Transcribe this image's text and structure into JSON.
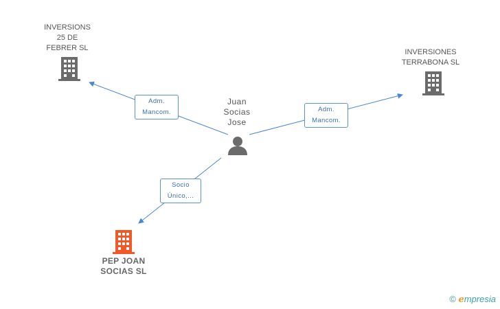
{
  "nodes": {
    "inversions_25": {
      "label": "INVERSIONS\n25 DE\nFEBRER SL",
      "color": "#666666"
    },
    "inversiones_terrabona": {
      "label": "INVERSIONES\nTERRABONA SL",
      "color": "#666666"
    },
    "juan_socias": {
      "label": "Juan\nSocias\nJose",
      "color": "#666666"
    },
    "pep_joan": {
      "label": "PEP JOAN\nSOCIAS  SL",
      "color": "#f05a28"
    }
  },
  "edges": {
    "to_inversions_25": {
      "label": "Adm.\nMancom."
    },
    "to_terrabona": {
      "label": "Adm.\nMancom."
    },
    "to_pep_joan": {
      "label": "Socio\nÚnico,..."
    }
  },
  "colors": {
    "edge": "#4a86d4"
  },
  "footer": {
    "copyright": "©",
    "brand_e": "e",
    "brand_rest": "mpresia"
  }
}
